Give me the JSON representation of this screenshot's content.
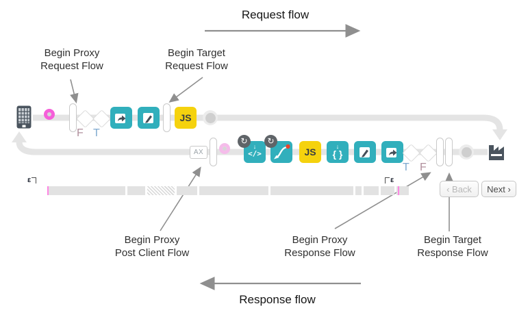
{
  "titles": {
    "request": "Request flow",
    "response": "Response flow"
  },
  "callouts": [
    {
      "line1": "Begin Proxy",
      "line2": "Request Flow"
    },
    {
      "line1": "Begin Target",
      "line2": "Request Flow"
    },
    {
      "line1": "Begin Proxy",
      "line2": "Post Client Flow"
    },
    {
      "line1": "Begin Proxy",
      "line2": "Response Flow"
    },
    {
      "line1": "Begin Target",
      "line2": "Response Flow"
    }
  ],
  "colors": {
    "teal": "#31AFBC",
    "yellow": "#F5D20E",
    "magenta_ring": "#F55FD9",
    "pink_ring": "#F5BCEA",
    "track": "#E4E4E4",
    "slate_icon": "#4A545E",
    "red_dot": "#E8432D",
    "annotation_gray": "#8F8F8F",
    "timeline_tick_pink": "#FF86E3"
  },
  "flow": {
    "request_row": [
      {
        "kind": "device",
        "icon": "phone-icon"
      },
      {
        "kind": "ring",
        "variant": "magenta"
      },
      {
        "kind": "step-bar"
      },
      {
        "kind": "diamond",
        "label": "F"
      },
      {
        "kind": "diamond",
        "label": "T"
      },
      {
        "kind": "policy",
        "icon": "forward-icon"
      },
      {
        "kind": "policy",
        "icon": "pencil-icon"
      },
      {
        "kind": "step-bar"
      },
      {
        "kind": "policy",
        "icon": "js-icon",
        "label": "JS"
      },
      {
        "kind": "dot"
      }
    ],
    "response_row": [
      {
        "kind": "ax",
        "label": "AX"
      },
      {
        "kind": "step-bar"
      },
      {
        "kind": "ring",
        "variant": "pink"
      },
      {
        "kind": "policy",
        "icon": "code-icon",
        "badge": true
      },
      {
        "kind": "policy",
        "icon": "route-icon",
        "badge": true
      },
      {
        "kind": "policy",
        "icon": "js-icon",
        "label": "JS"
      },
      {
        "kind": "policy",
        "icon": "braces-icon"
      },
      {
        "kind": "policy",
        "icon": "pencil-icon"
      },
      {
        "kind": "policy",
        "icon": "forward-icon"
      },
      {
        "kind": "diamond",
        "label": "T"
      },
      {
        "kind": "diamond",
        "label": "F"
      },
      {
        "kind": "step-bar"
      },
      {
        "kind": "step-bar"
      },
      {
        "kind": "dot"
      },
      {
        "kind": "device",
        "icon": "factory-icon"
      }
    ]
  },
  "timeline": {
    "left_mark": "ε",
    "right_mark": "ε",
    "segments": [
      {
        "width": 113,
        "hatched": false
      },
      {
        "width": 26,
        "hatched": false
      },
      {
        "width": 40,
        "hatched": true
      },
      {
        "width": 30,
        "hatched": false
      },
      {
        "width": 101,
        "hatched": false
      },
      {
        "width": 121,
        "hatched": false
      },
      {
        "width": 9,
        "hatched": false
      },
      {
        "width": 22,
        "hatched": false
      },
      {
        "width": 20,
        "hatched": false
      },
      {
        "width": 18,
        "hatched": false
      }
    ]
  },
  "buttons": {
    "back": "‹ Back",
    "next": "Next ›"
  }
}
